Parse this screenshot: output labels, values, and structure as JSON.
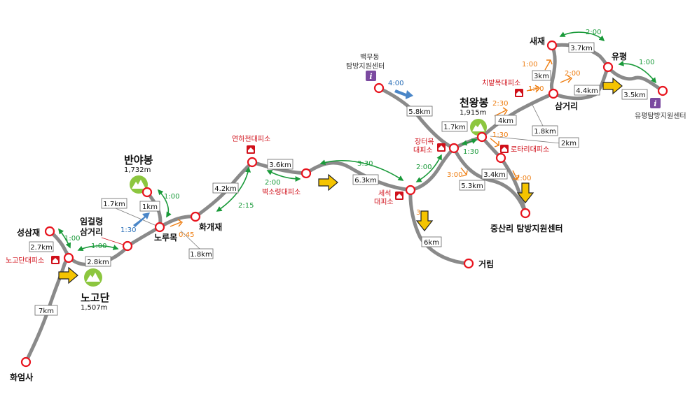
{
  "places": {
    "hwaeomsa": "화엄사",
    "seongsamjae": "성삼재",
    "imgeollyeong": "임걸령",
    "samgeori1": "삼거리",
    "norumok": "노루목",
    "hwagaejae": "화개재",
    "georim": "거림",
    "saejae": "새재",
    "yupyeong": "유평",
    "samgeori2": "삼거리",
    "jungsanri": "중산리 탐방지원센터"
  },
  "peaks": {
    "nogodan": {
      "name": "노고단",
      "elev": "1,507m"
    },
    "banyabong": {
      "name": "반야봉",
      "elev": "1,732m"
    },
    "cheonwangbong": {
      "name": "천왕봉",
      "elev": "1,915m"
    }
  },
  "shelters": {
    "nogodan": "노고단대피소",
    "yeonhacheon": "연하천대피소",
    "byeoksoryeong": "벽소령대피소",
    "seseok1": "세석",
    "seseok2": "대피소",
    "jangteomok1": "장터목",
    "jangteomok2": "대피소",
    "chibatmok": "치밭목대피소",
    "rotary": "로타리대피소"
  },
  "visitor_centers": {
    "baekmudong1": "백무동",
    "baekmudong2": "탐방지원센터",
    "yupyeong": "유평탐방지원센터"
  },
  "distances": {
    "d7km": "7km",
    "d27km": "2.7km",
    "d28km": "2.8km",
    "d17km": "1.7km",
    "d1km": "1km",
    "d18km_a": "1.8km",
    "d42km": "4.2km",
    "d36km": "3.6km",
    "d63km": "6.3km",
    "d6km": "6km",
    "d58km": "5.8km",
    "d17km_b": "1.7km",
    "d4km": "4km",
    "d34km": "3.4km",
    "d53km": "5.3km",
    "d18km_b": "1.8km",
    "d2km": "2km",
    "d3km": "3km",
    "d37km": "3.7km",
    "d44km": "4.4km",
    "d35km": "3.5km"
  },
  "times": {
    "t100a": "1:00",
    "t100b": "1:00",
    "t130a": "1:30",
    "t100c": "1:00",
    "t045": "0:45",
    "t215": "2:15",
    "t200a": "2:00",
    "t330": "3:30",
    "t200b": "2:00",
    "t3": "3",
    "t400": "4:00",
    "t230": "2:30",
    "t130b": "1:30",
    "t130c": "1:30",
    "t300": "3:00",
    "t200c": "2:00",
    "t100d": "1:00",
    "t100e": "1:00",
    "t200d": "2:00",
    "t200e": "2:00",
    "t100f": "1:00"
  },
  "colors": {
    "trail": "#8a8a8a",
    "node": "#e8141e",
    "green": "#1a9a3a",
    "orange": "#ee7d10",
    "blue": "#4a86c8",
    "arrow_yellow": "#f5c400",
    "peak_green": "#8cc63f",
    "visitor_purple": "#7b4aa0"
  },
  "icons": {
    "peak": "mountain-peak-icon",
    "shelter": "shelter-house-icon",
    "visitor": "info-icon",
    "direction": "direction-arrow-icon"
  }
}
